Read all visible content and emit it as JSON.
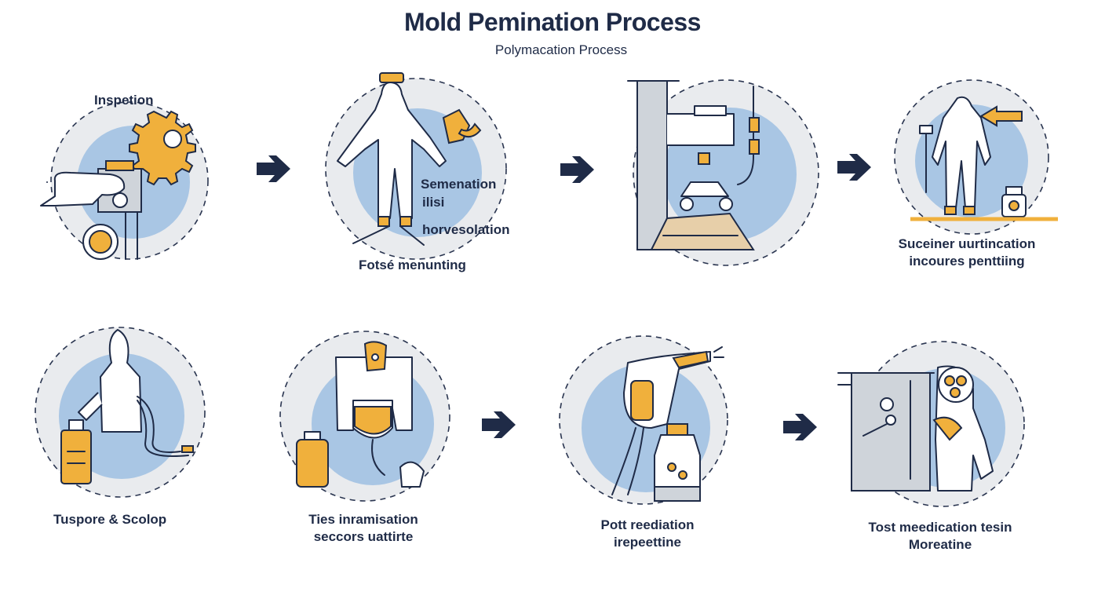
{
  "header": {
    "title": "Mold Pemination Process",
    "subtitle": "Polymacation Process"
  },
  "steps": [
    {
      "labels": [
        "Inspetion"
      ]
    },
    {
      "labels": [
        "Semenation",
        "ilisi",
        "horvesolation",
        "Fotsé menunting"
      ]
    },
    {
      "labels": []
    },
    {
      "labels": [
        "Suceiner uurtincation",
        "incoures penttiing"
      ]
    },
    {
      "labels": [
        "Tuspore & Scolop"
      ]
    },
    {
      "labels": [
        "Ties inramisation",
        "seccors uattirte"
      ]
    },
    {
      "labels": [
        "Pott reediation",
        "irepeettine"
      ]
    },
    {
      "labels": [
        "Tost meedication tesin",
        "Moreatine"
      ]
    }
  ],
  "colors": {
    "navy": "#1f2b47",
    "blue_fill": "#a9c6e4",
    "grey_ring": "#e9ebee",
    "orange": "#f0b03c"
  }
}
